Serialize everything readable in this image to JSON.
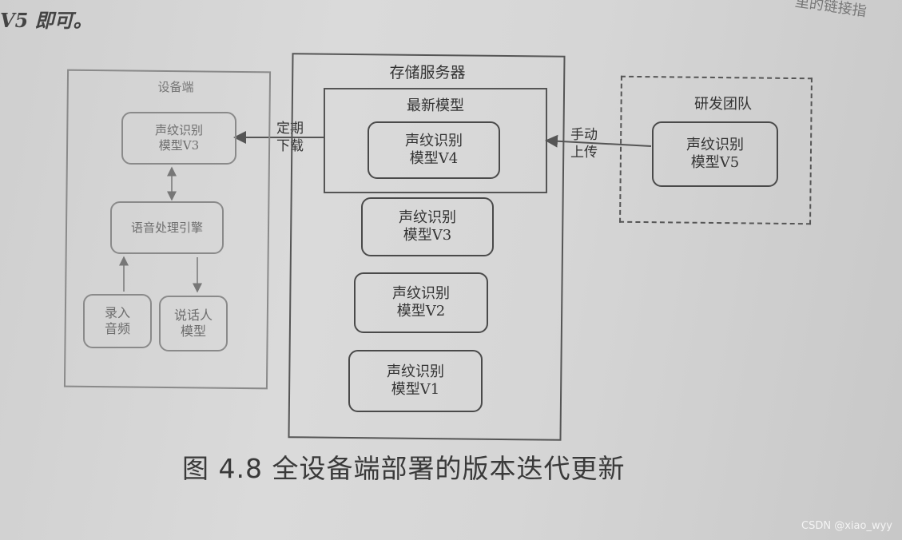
{
  "header_fragment": "V5 即可。",
  "header_right_fragment": "里的链接指",
  "device": {
    "title": "设备端",
    "model_line1": "声纹识别",
    "model_line2": "模型V3",
    "engine": "语音处理引擎",
    "audio_line1": "录入",
    "audio_line2": "音频",
    "speaker_line1": "说话人",
    "speaker_line2": "模型"
  },
  "download": {
    "line1": "定期",
    "line2": "下载"
  },
  "storage": {
    "title": "存储服务器",
    "latest_title": "最新模型",
    "v4_line1": "声纹识别",
    "v4_line2": "模型V4",
    "v3_line1": "声纹识别",
    "v3_line2": "模型V3",
    "v2_line1": "声纹识别",
    "v2_line2": "模型V2",
    "v1_line1": "声纹识别",
    "v1_line2": "模型V1"
  },
  "upload": {
    "line1": "手动",
    "line2": "上传"
  },
  "team": {
    "title": "研发团队",
    "v5_line1": "声纹识别",
    "v5_line2": "模型V5"
  },
  "caption": "图 4.8   全设备端部署的版本迭代更新",
  "watermark": "CSDN @xiao_wyy"
}
